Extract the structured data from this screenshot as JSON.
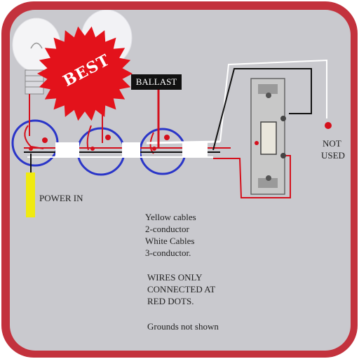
{
  "badge": {
    "text": "BEST",
    "color": "#e3121b"
  },
  "labels": {
    "ballast": "BALLAST",
    "power_in": "POWER IN",
    "not_used_1": "NOT",
    "not_used_2": "USED"
  },
  "notes": {
    "line1": "Yellow cables",
    "line2": "2-conductor",
    "line3": "White Cables",
    "line4": "3-conductor.",
    "line5": "WIRES ONLY",
    "line6": "CONNECTED AT",
    "line7": "RED DOTS.",
    "line8": "Grounds not shown"
  },
  "colors": {
    "frame": "#c3323d",
    "background": "#c9c9ce",
    "box_outline": "#2a35c8",
    "wire_red": "#d4101c",
    "wire_black": "#111111",
    "wire_white": "#ffffff",
    "power_feed": "#f0ea10"
  }
}
